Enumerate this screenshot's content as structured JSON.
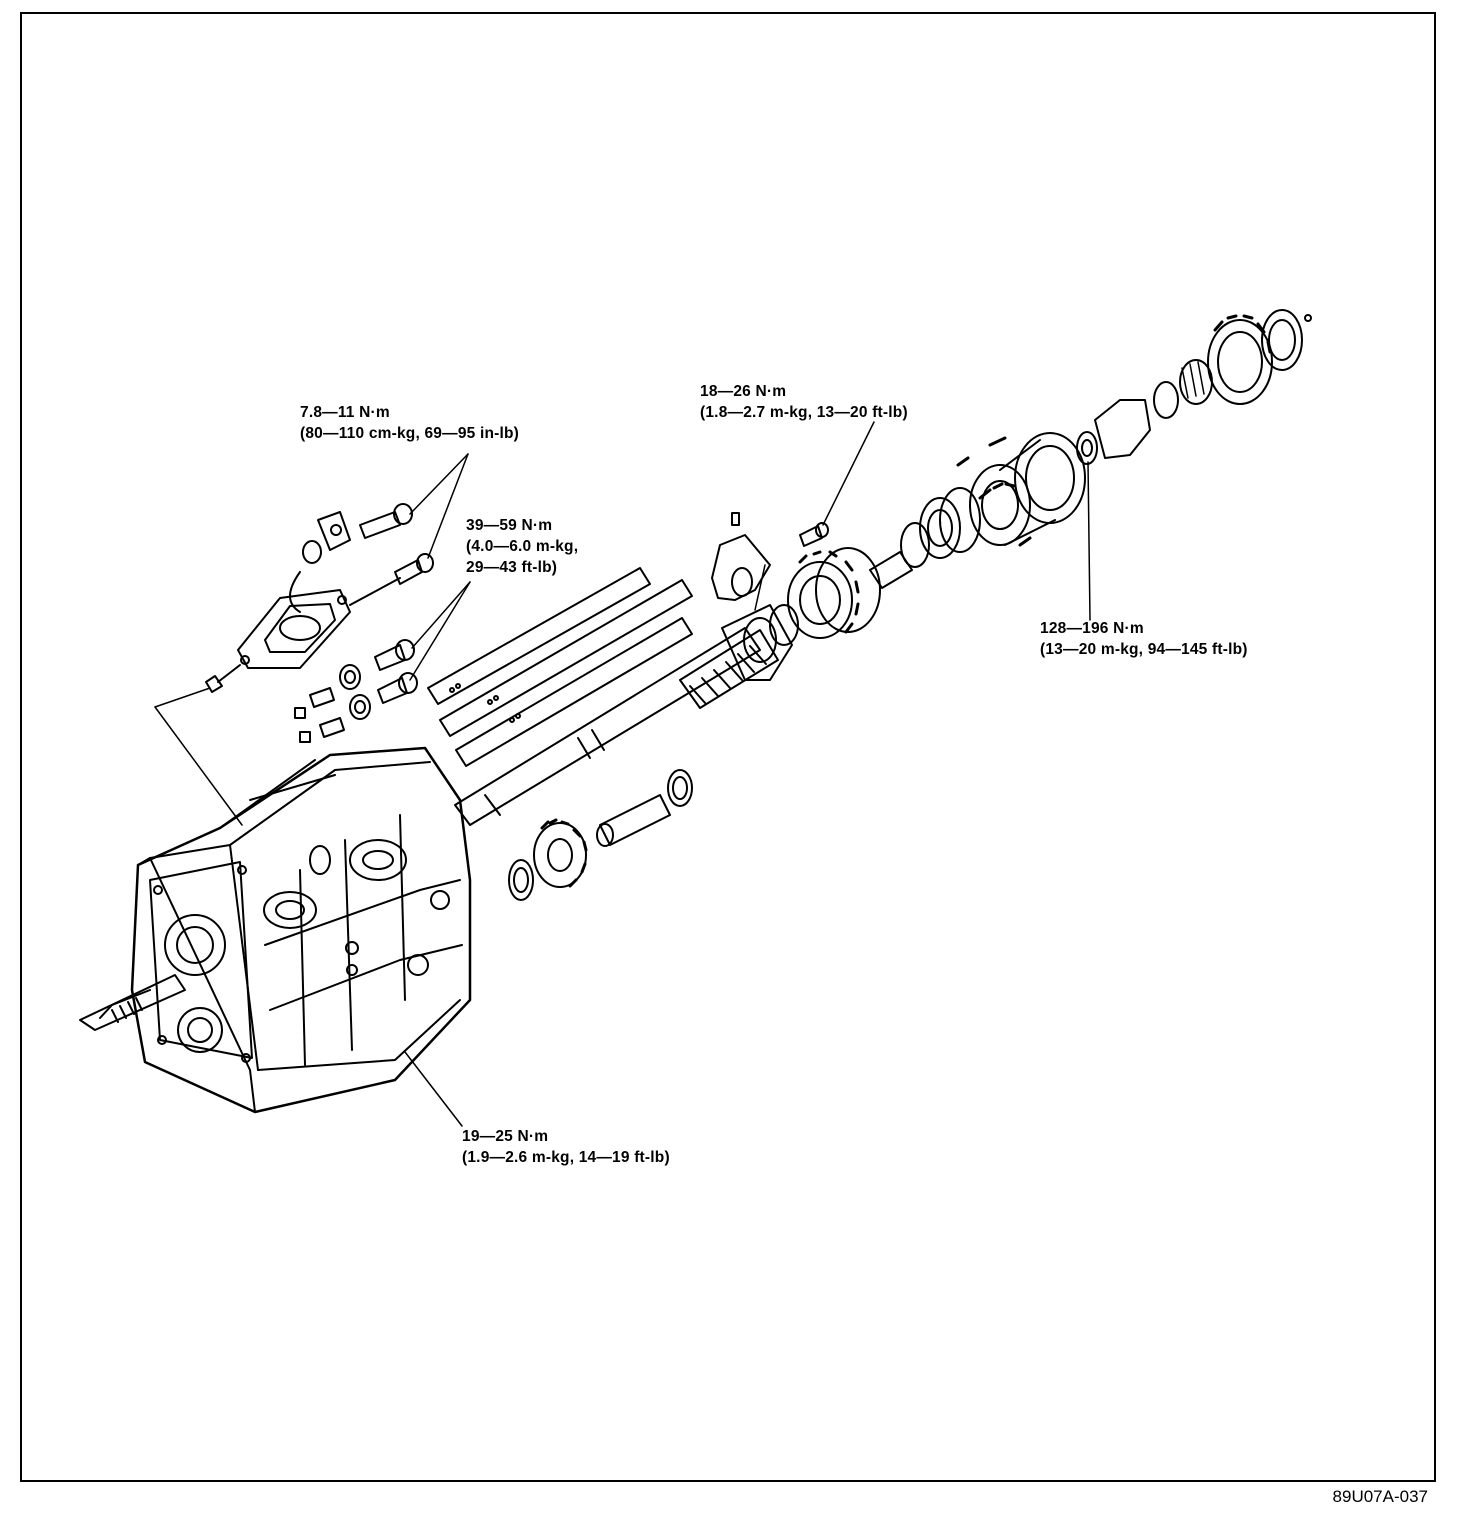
{
  "torque_specs": [
    {
      "id": "t1",
      "lines": [
        "7.8—11 N·m",
        "(80—110 cm-kg, 69—95 in-lb)"
      ]
    },
    {
      "id": "t2",
      "lines": [
        "39—59 N·m",
        "(4.0—6.0 m-kg,",
        "29—43 ft-lb)"
      ]
    },
    {
      "id": "t3",
      "lines": [
        "18—26 N·m",
        "(1.8—2.7 m-kg, 13—20 ft-lb)"
      ]
    },
    {
      "id": "t4",
      "lines": [
        "128—196 N·m",
        "(13—20 m-kg, 94—145 ft-lb)"
      ]
    },
    {
      "id": "t5",
      "lines": [
        "19—25 N·m",
        "(1.9—2.6 m-kg, 14—19 ft-lb)"
      ]
    }
  ],
  "figure_id": "89U07A-037",
  "colors": {
    "ink": "#000000",
    "paper": "#ffffff"
  }
}
